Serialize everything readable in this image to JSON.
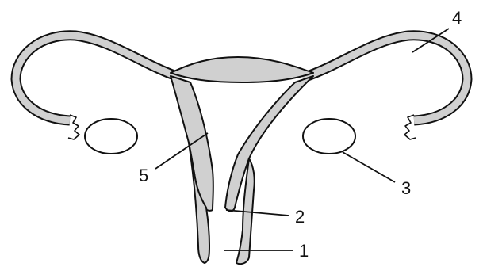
{
  "labels": {
    "l1": "1",
    "l2": "2",
    "l3": "3",
    "l4": "4",
    "l5": "5"
  },
  "colors": {
    "tissue": "#d0d0d0",
    "outline": "#111111",
    "background": "#ffffff"
  }
}
